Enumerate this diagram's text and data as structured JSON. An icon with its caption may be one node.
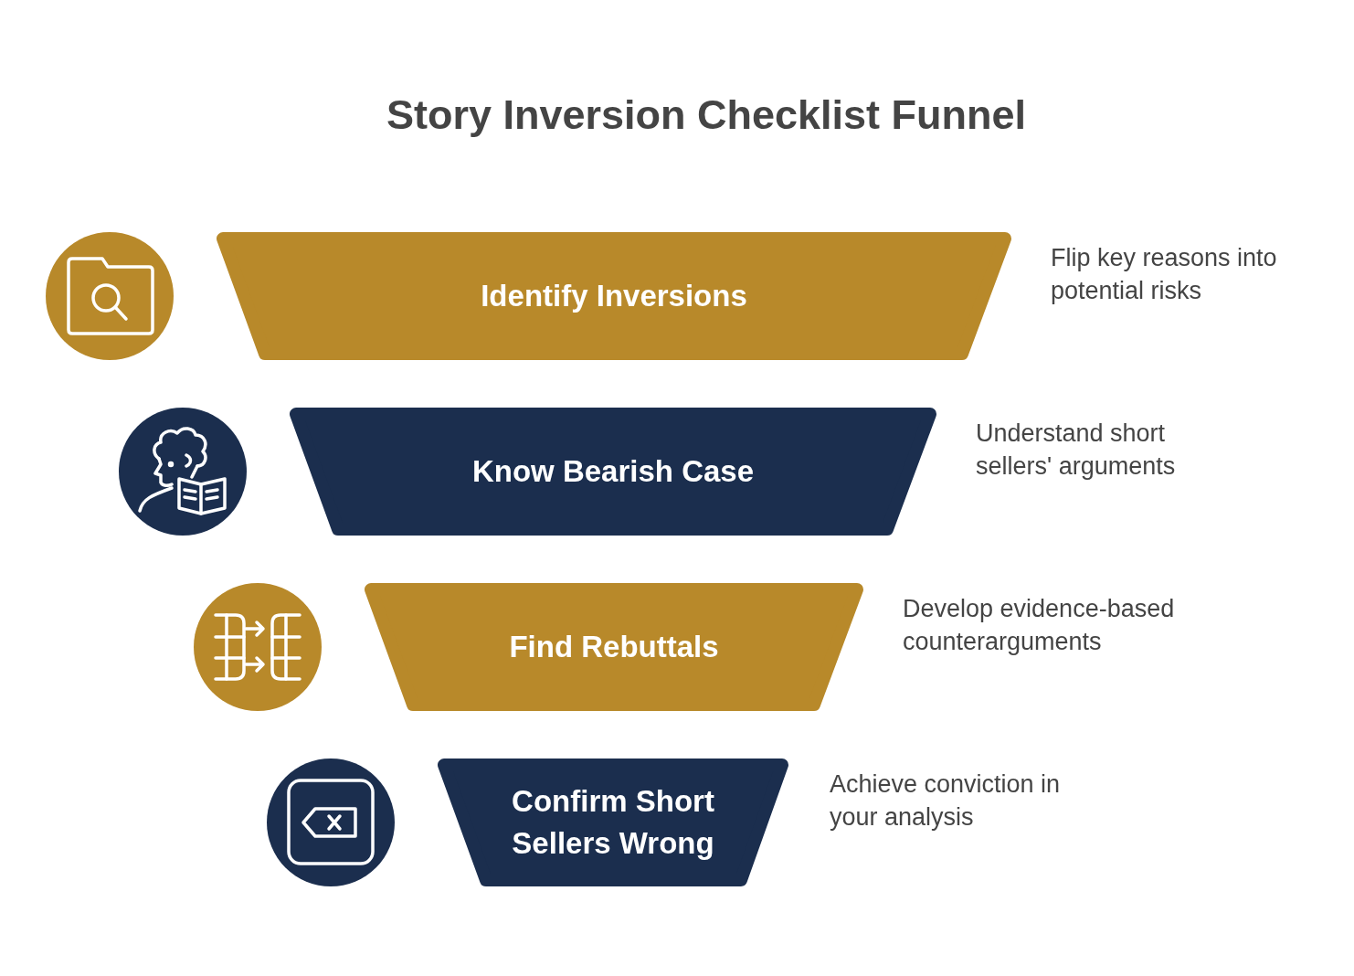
{
  "diagram": {
    "title": "Story Inversion Checklist Funnel",
    "nodes": [
      {
        "text": [
          "Identify Inversions"
        ],
        "beside": [
          "Flip key reasons into potential risks"
        ]
      },
      {
        "text": [
          "Know Bearish Case"
        ],
        "beside": [
          "Understand short sellers' arguments"
        ]
      },
      {
        "text": [
          "Find Rebuttals"
        ],
        "beside": [
          "Develop evidence-based counterarguments"
        ]
      },
      {
        "text": [
          "Confirm Short Sellers Wrong"
        ],
        "beside": [
          "Achieve conviction in your analysis"
        ]
      }
    ]
  }
}
